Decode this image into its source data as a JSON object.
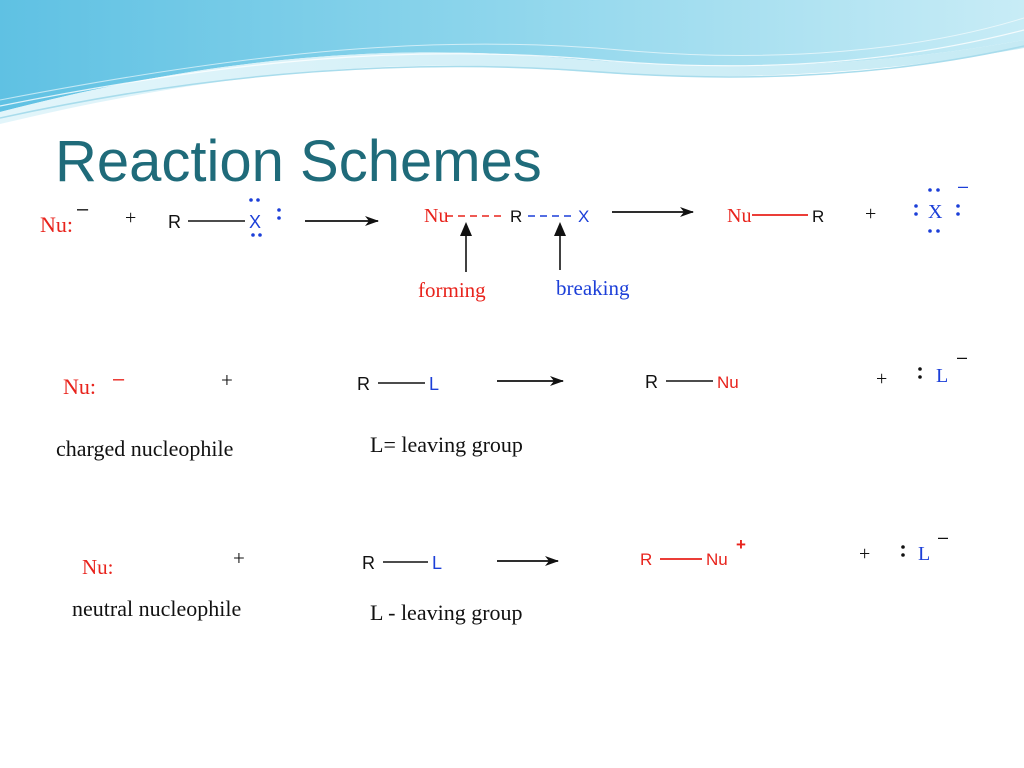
{
  "slide": {
    "title": "Reaction Schemes"
  },
  "colors": {
    "red": "#e8231c",
    "blue": "#1c3fd8",
    "black": "#111111",
    "title": "#1f6b7a"
  },
  "scheme1": {
    "nucleophile": "Nu:",
    "minus": "–",
    "plus": "+",
    "substrate_r": "R",
    "substrate_x": "X",
    "lone_pair_dots": ":",
    "ts_nu": "Nu",
    "ts_r": "R",
    "ts_x": "X",
    "forming_label": "forming",
    "breaking_label": "breaking",
    "product_nu": "Nu",
    "product_r": "R",
    "product_plus": "+",
    "leaving_x": "X",
    "leaving_minus": "–"
  },
  "scheme2": {
    "nucleophile": "Nu:",
    "minus": "–",
    "plus": "+",
    "substrate_r": "R",
    "substrate_l": "L",
    "product_r": "R",
    "product_nu": "Nu",
    "product_plus": "+",
    "leaving_l": "L",
    "leaving_minus": "–",
    "caption_nucleophile": "charged nucleophile",
    "caption_leaving": "L= leaving group"
  },
  "scheme3": {
    "nucleophile": "Nu:",
    "plus": "+",
    "substrate_r": "R",
    "substrate_l": "L",
    "product_r": "R",
    "product_nu": "Nu",
    "product_charge": "+",
    "product_plus": "+",
    "leaving_l": "L",
    "leaving_minus": "–",
    "caption_nucleophile": "neutral nucleophile",
    "caption_leaving": "L - leaving group"
  }
}
